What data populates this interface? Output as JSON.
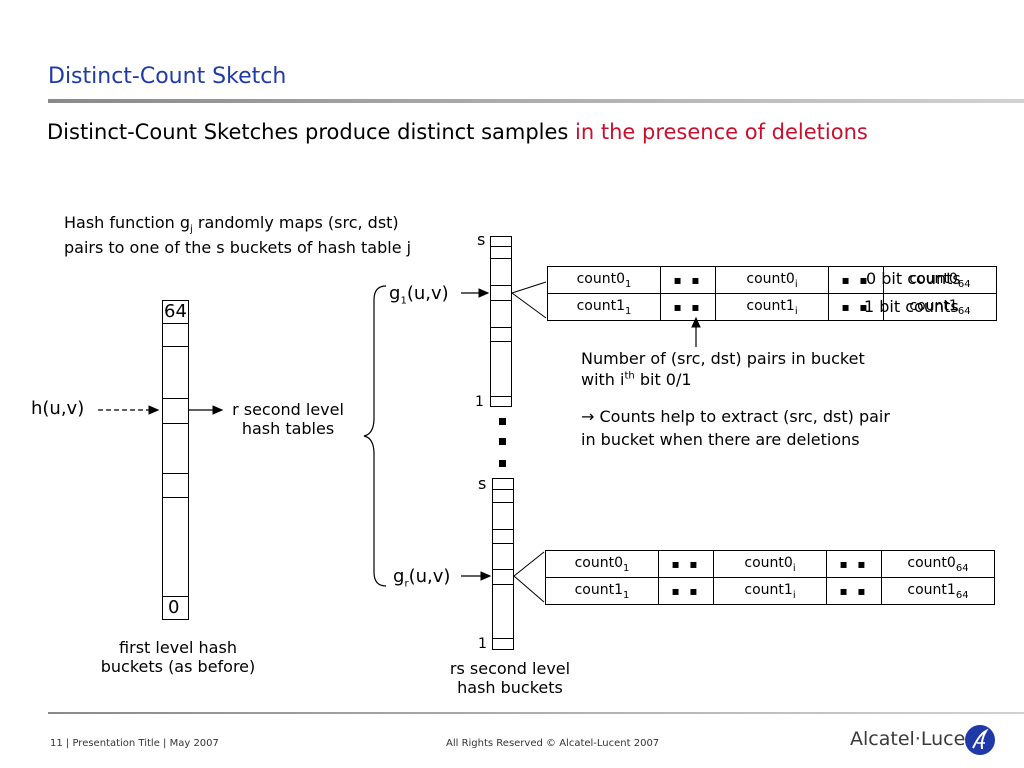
{
  "slide": {
    "title": "Distinct-Count Sketch",
    "headline_black": "Distinct-Count Sketches produce distinct samples ",
    "headline_red": "in the presence of deletions"
  },
  "colors": {
    "title": "#1f3aa8",
    "accent_red": "#c8102e"
  },
  "hash_note": {
    "line1_pre": "Hash function g",
    "line1_sub": "j",
    "line1_post": " randomly maps (src, dst)",
    "line2": "pairs to one of the s buckets of hash table j"
  },
  "first_level": {
    "top_label": "64",
    "bottom_label": "0",
    "input_label": "h(u,v)",
    "caption_line1": "first level hash",
    "caption_line2": "buckets (as before)",
    "arrow_label_line1": "r second level",
    "arrow_label_line2": "hash tables"
  },
  "second_level": {
    "g1_label": "g",
    "g1_sub": "1",
    "g1_post": "(u,v)",
    "gr_label": "g",
    "gr_sub": "r",
    "gr_post": "(u,v)",
    "top_s": "s",
    "top_1": "1",
    "bot_s": "s",
    "bot_1": "1",
    "caption_line1": "rs second level",
    "caption_line2": "hash buckets"
  },
  "count_table": {
    "row0": {
      "a": "count0",
      "a_sub": "1",
      "b": "count0",
      "b_sub": "i",
      "c": "count0",
      "c_sub": "64"
    },
    "row1": {
      "a": "count1",
      "a_sub": "1",
      "b": "count1",
      "b_sub": "i",
      "c": "count1",
      "c_sub": "64"
    },
    "dots": "▪ ▪",
    "label_0bit": "0 bit counts",
    "label_1bit": "1 bit counts"
  },
  "bucket_note": {
    "line1": "Number of (src, dst) pairs in bucket",
    "line2_pre": "with i",
    "line2_sup": "th",
    "line2_post": " bit 0/1",
    "arrow_line1": "→ Counts help to extract (src, dst) pair",
    "arrow_line2": "in bucket when there are deletions"
  },
  "footer": {
    "left": "11 | Presentation Title | May 2007",
    "center": "All Rights Reserved © Alcatel-Lucent 2007",
    "logo": "Alcatel·Lucent"
  }
}
